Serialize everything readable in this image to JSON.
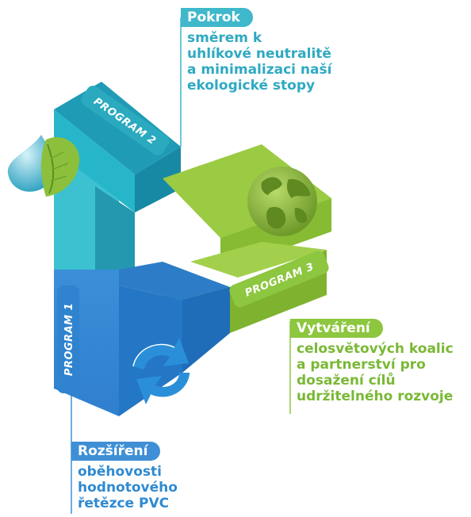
{
  "callouts": {
    "top": {
      "title": "Pokrok",
      "lines": [
        "směrem k",
        "uhlíkové neutralitě",
        "a minimalizaci naší",
        "ekologické stopy"
      ]
    },
    "right": {
      "title": "Vytváření",
      "lines": [
        "celosvětových koalic",
        "a partnerství pro",
        "dosažení cílů",
        "udržitelného rozvoje"
      ]
    },
    "bottom": {
      "title": "Rozšíření",
      "lines": [
        "oběhovosti",
        "hodnotového",
        "řetězce PVC"
      ]
    }
  },
  "programs": {
    "p1": "PROGRAM 1",
    "p2": "PROGRAM 2",
    "p3": "PROGRAM 3"
  },
  "icons": {
    "p1": "recycle-arrows-icon",
    "p2": "water-drop-leaf-icon",
    "p3": "globe-icon"
  },
  "colors": {
    "teal": "#3fb8cb",
    "green": "#8dc63f",
    "blue": "#3f8fd6"
  }
}
